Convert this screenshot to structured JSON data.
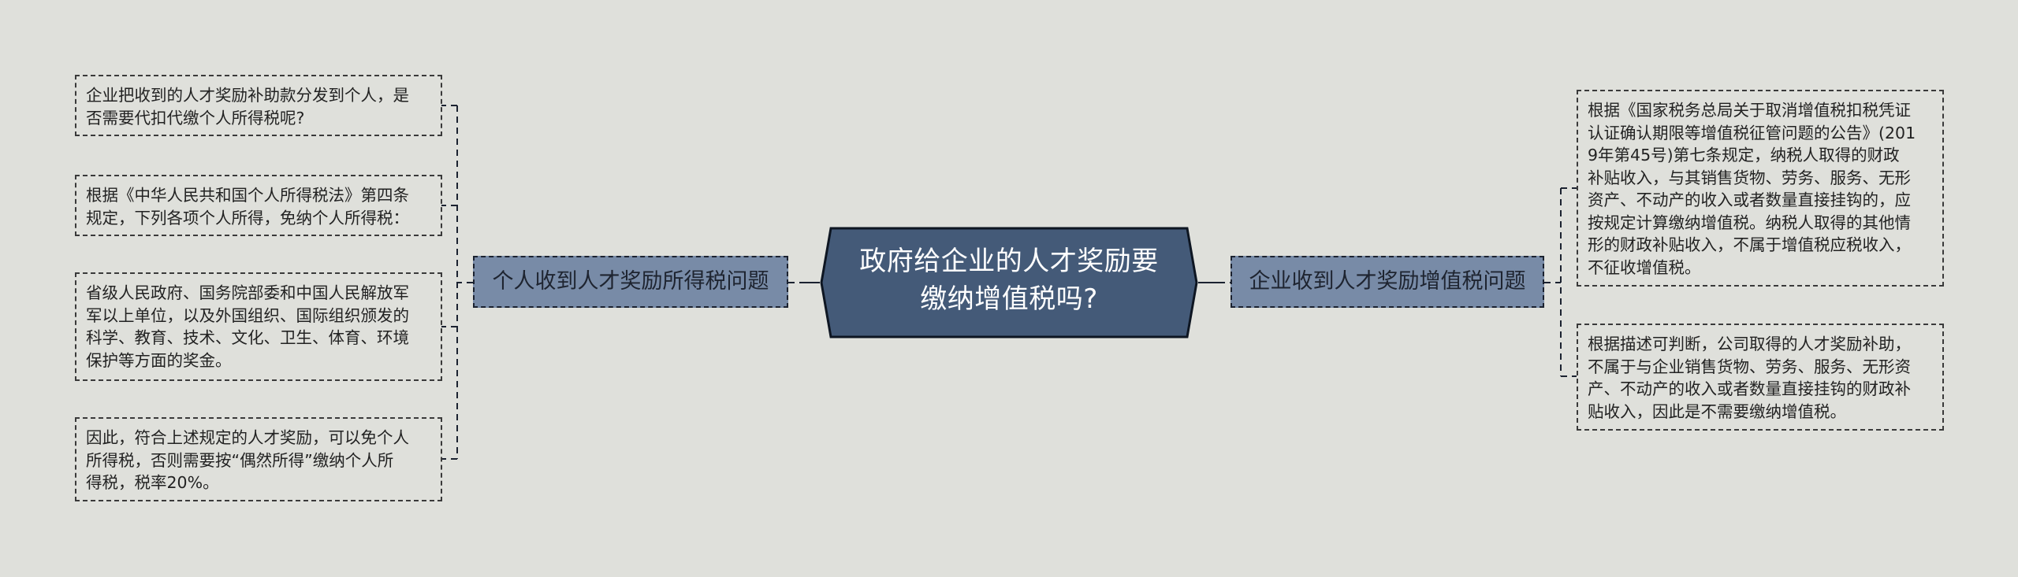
{
  "root": {
    "lines": [
      "政府给企业的人才奖励要",
      "缴纳增值税吗?"
    ],
    "fill": "#445a78",
    "stroke": "#0e1622"
  },
  "branches": {
    "left": {
      "label": "个人收到人才奖励所得税问题",
      "leaves": [
        {
          "lines": [
            "企业把收到的人才奖励补助款分发到个人，是",
            "否需要代扣代缴个人所得税呢?"
          ]
        },
        {
          "lines": [
            "根据《中华人民共和国个人所得税法》第四条",
            "规定，下列各项个人所得，免纳个人所得税："
          ]
        },
        {
          "lines": [
            "省级人民政府、国务院部委和中国人民解放军",
            "军以上单位，以及外国组织、国际组织颁发的",
            "科学、教育、技术、文化、卫生、体育、环境",
            "保护等方面的奖金。"
          ]
        },
        {
          "lines": [
            "因此，符合上述规定的人才奖励，可以免个人",
            "所得税，否则需要按“偶然所得”缴纳个人所",
            "得税，税率20%。"
          ]
        }
      ]
    },
    "right": {
      "label": "企业收到人才奖励增值税问题",
      "leaves": [
        {
          "lines": [
            "根据《国家税务总局关于取消增值税扣税凭证",
            "认证确认期限等增值税征管问题的公告》(201",
            "9年第45号)第七条规定，纳税人取得的财政",
            "补贴收入，与其销售货物、劳务、服务、无形",
            "资产、不动产的收入或者数量直接挂钩的，应",
            "按规定计算缴纳增值税。纳税人取得的其他情",
            "形的财政补贴收入，不属于增值税应税收入，",
            "不征收增值税。"
          ]
        },
        {
          "lines": [
            "根据描述可判断，公司取得的人才奖励补助，",
            "不属于与企业销售货物、劳务、服务、无形资",
            "产、不动产的收入或者数量直接挂钩的财政补",
            "贴收入，因此是不需要缴纳增值税。"
          ]
        }
      ]
    }
  },
  "colors": {
    "background": "#dfe0db",
    "branch_fill": "#788ba7",
    "connector": "#1b2230"
  }
}
